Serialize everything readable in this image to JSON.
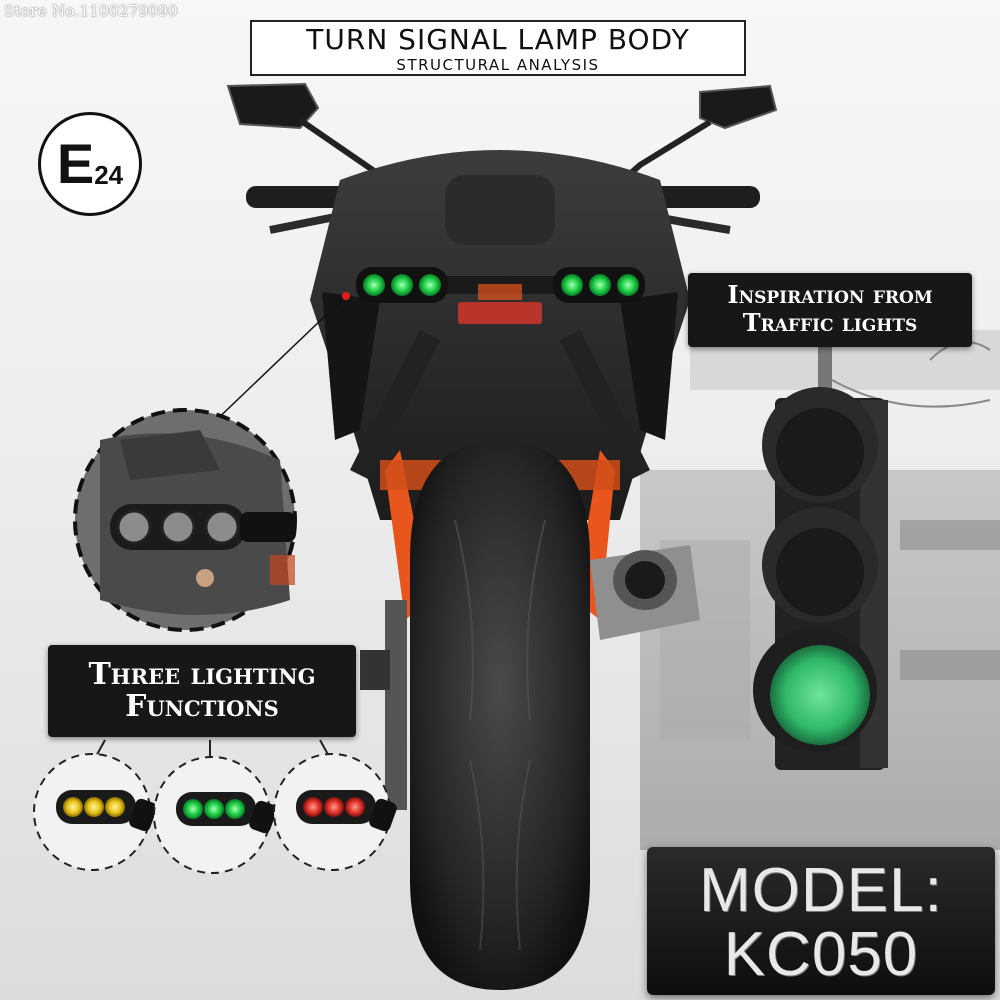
{
  "store_text": "Store No.1100279090",
  "header": {
    "title": "TURN SIGNAL LAMP BODY",
    "subtitle": "STRUCTURAL ANALYSIS"
  },
  "cert_badge": {
    "letter": "E",
    "number": "24"
  },
  "callouts": {
    "inspiration_line1": "Inspiration from",
    "inspiration_line2": "Traffic lights",
    "functions_line1": "Three lighting",
    "functions_line2": "Functions"
  },
  "model": {
    "line1": "MODEL:",
    "line2": "KC050"
  },
  "colors": {
    "green_light": "#22d24a",
    "yellow_light": "#e8c21a",
    "red_light": "#e0322a",
    "frame_orange": "#e8561e",
    "label_bg": "#171717"
  },
  "lamp_variants": [
    "yellow",
    "green",
    "red"
  ]
}
